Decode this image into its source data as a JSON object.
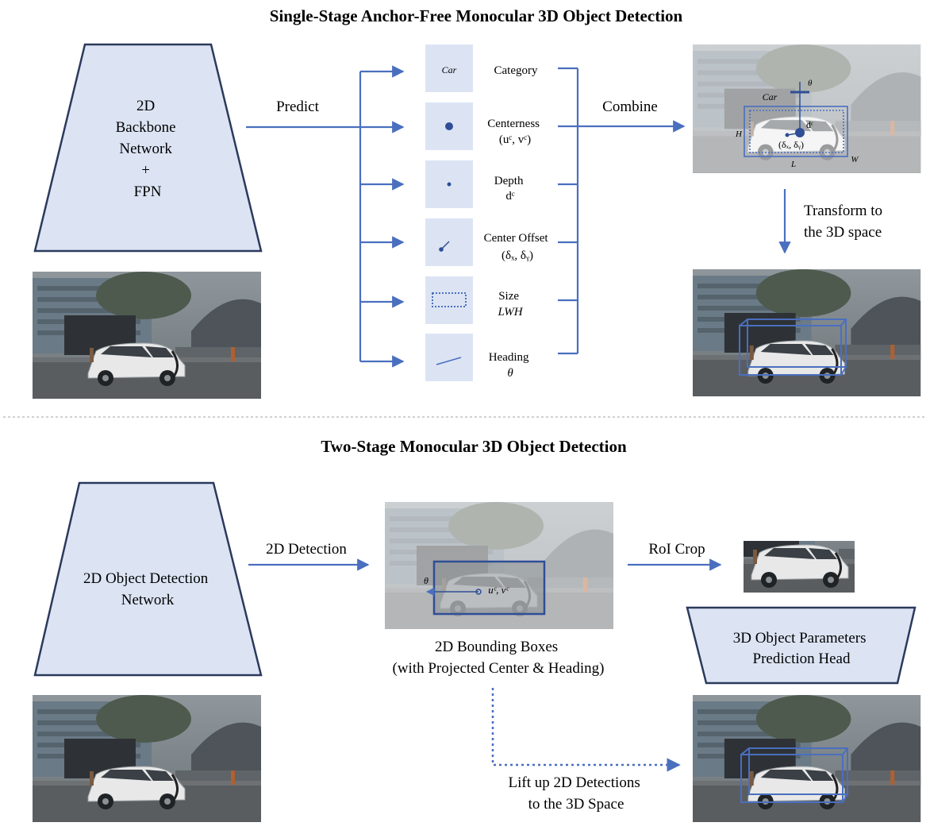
{
  "top": {
    "title": "Single-Stage Anchor-Free Monocular 3D Object Detection",
    "backbone": [
      "2D",
      "Backbone",
      "Network",
      "+",
      "FPN"
    ],
    "predict": "Predict",
    "combine": "Combine",
    "transform": [
      "Transform to",
      "the 3D space"
    ],
    "heads": [
      {
        "icon_text": "Car",
        "label": [
          "Category"
        ]
      },
      {
        "label": [
          "Centerness",
          "(uᶜ, vᶜ)"
        ]
      },
      {
        "label": [
          "Depth",
          "dᶜ"
        ]
      },
      {
        "label": [
          "Center Offset",
          "(δₓ, δᵧ)"
        ]
      },
      {
        "label": [
          "Size",
          "LWH"
        ]
      },
      {
        "label": [
          "Heading",
          "θ"
        ]
      }
    ],
    "annotated_labels": {
      "car": "Car",
      "theta": "θ",
      "depth": "dᶜ",
      "H": "H",
      "L": "L",
      "W": "W",
      "offset": "(δₓ, δᵧ)"
    }
  },
  "bottom": {
    "title": "Two-Stage Monocular 3D Object Detection",
    "network": [
      "2D Object Detection",
      "Network"
    ],
    "detection": "2D Detection",
    "bbox_caption": [
      "2D Bounding Boxes",
      "(with Projected Center & Heading)"
    ],
    "roi_crop": "RoI Crop",
    "head": [
      "3D Object Parameters",
      "Prediction Head"
    ],
    "lift": [
      "Lift up 2D Detections",
      "to the 3D Space"
    ],
    "annotated_labels": {
      "theta": "θ",
      "center": "uᶜ, vᶜ"
    }
  },
  "colors": {
    "accent": "#4a6fbf",
    "box_fill": "#dce4f4",
    "outline": "#2b3a5c",
    "divider": "#b5b5b5"
  }
}
